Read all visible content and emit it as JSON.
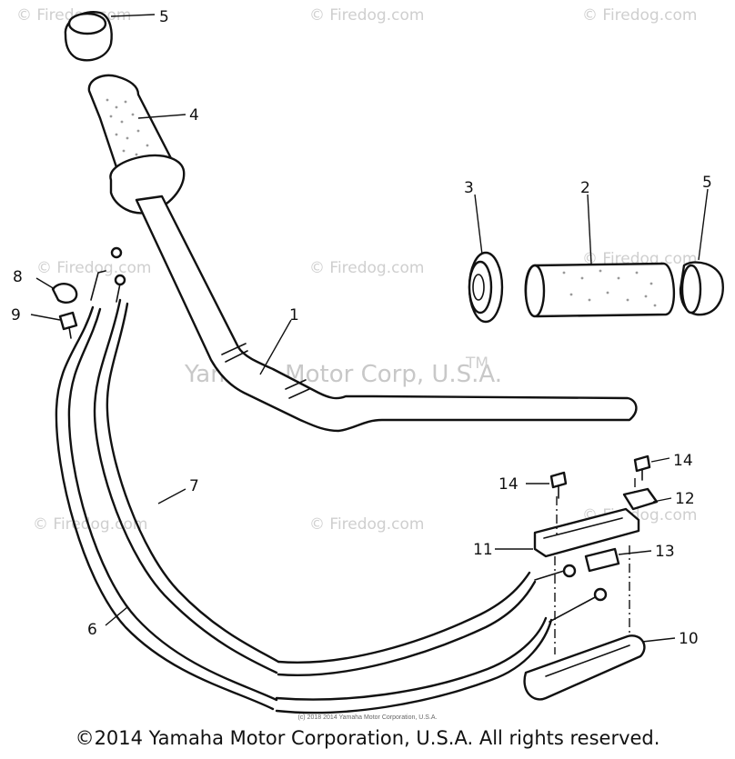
{
  "callouts": {
    "c1": "1",
    "c2": "2",
    "c3": "3",
    "c4": "4",
    "c5_top": "5",
    "c5_right": "5",
    "c6": "6",
    "c7": "7",
    "c8": "8",
    "c9": "9",
    "c10": "10",
    "c11": "11",
    "c12": "12",
    "c13": "13",
    "c14_left": "14",
    "c14_right": "14"
  },
  "watermarks": {
    "firedog": "© Firedog.com",
    "yamaha_center": "Yamaha Motor Corp, U.S.A.",
    "tm": "TM"
  },
  "copyright": {
    "small": "(c) 2018 2014 Yamaha Motor Corporation, U.S.A.",
    "footer": "©2014 Yamaha Motor Corporation, U.S.A. All rights reserved."
  }
}
